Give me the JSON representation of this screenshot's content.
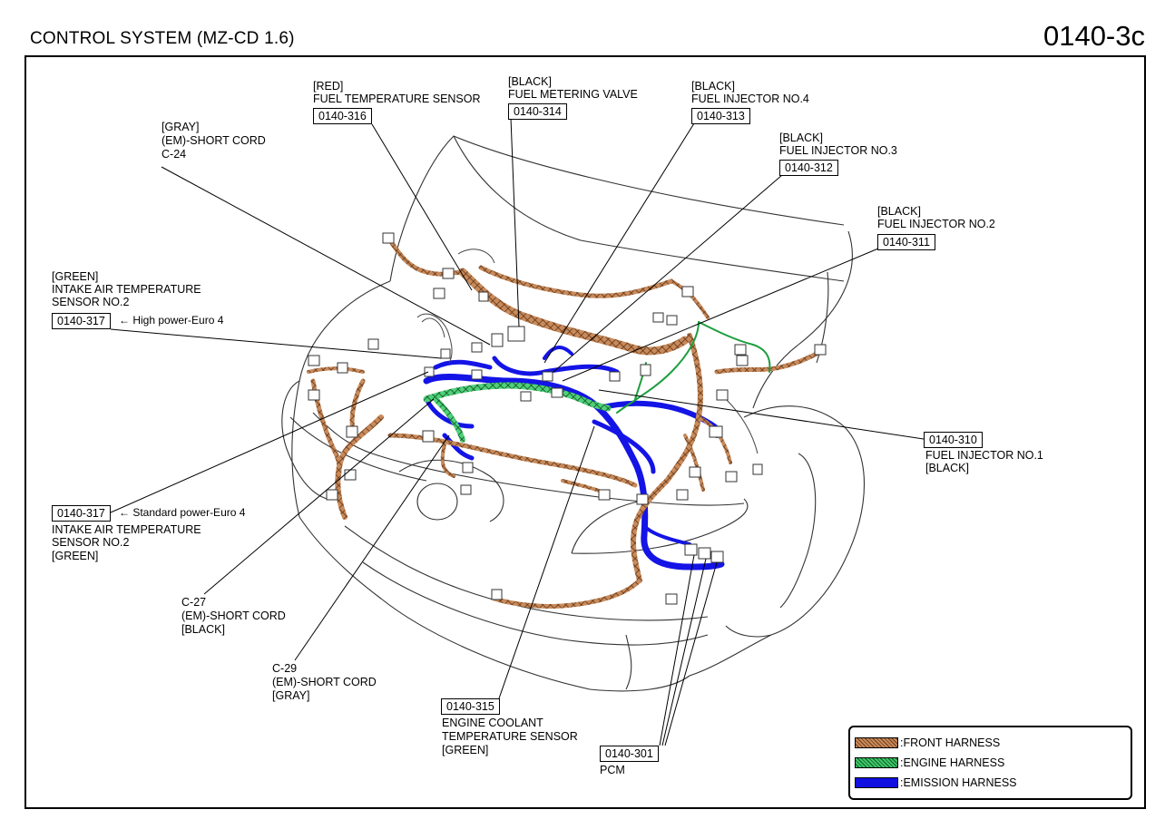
{
  "header": {
    "title": "CONTROL SYSTEM (MZ-CD 1.6)",
    "page_code": "0140-3c"
  },
  "callouts": {
    "fuel_temp_sensor": {
      "color": "[RED]",
      "name": "FUEL TEMPERATURE SENSOR",
      "code": "0140-316"
    },
    "fuel_metering_valve": {
      "color": "[BLACK]",
      "name": "FUEL METERING VALVE",
      "code": "0140-314"
    },
    "fuel_injector_4": {
      "color": "[BLACK]",
      "name": "FUEL INJECTOR NO.4",
      "code": "0140-313"
    },
    "fuel_injector_3": {
      "color": "[BLACK]",
      "name": "FUEL INJECTOR NO.3",
      "code": "0140-312"
    },
    "fuel_injector_2": {
      "color": "[BLACK]",
      "name": "FUEL INJECTOR NO.2",
      "code": "0140-311"
    },
    "short_cord_c24": {
      "color": "[GRAY]",
      "name": "(EM)-SHORT CORD",
      "id": "C-24"
    },
    "iat_high": {
      "color": "[GREEN]",
      "name_1": "INTAKE AIR TEMPERATURE",
      "name_2": "SENSOR NO.2",
      "code": "0140-317",
      "note": "High power-Euro 4"
    },
    "fuel_injector_1": {
      "code": "0140-310",
      "name": "FUEL INJECTOR NO.1",
      "color": "[BLACK]"
    },
    "iat_standard": {
      "code": "0140-317",
      "note": "Standard power-Euro 4",
      "name_1": "INTAKE AIR TEMPERATURE",
      "name_2": "SENSOR NO.2",
      "color": "[GREEN]"
    },
    "short_cord_c27": {
      "id": "C-27",
      "name": "(EM)-SHORT CORD",
      "color": "[BLACK]"
    },
    "short_cord_c29": {
      "id": "C-29",
      "name": "(EM)-SHORT CORD",
      "color": "[GRAY]"
    },
    "ect_sensor": {
      "code": "0140-315",
      "name_1": "ENGINE COOLANT",
      "name_2": "TEMPERATURE SENSOR",
      "color": "[GREEN]"
    },
    "pcm": {
      "code": "0140-301",
      "name": "PCM"
    }
  },
  "legend": {
    "front": ":FRONT HARNESS",
    "engine": ":ENGINE HARNESS",
    "emission": ":EMISSION HARNESS"
  },
  "colors": {
    "front_harness": "#c98a5a",
    "engine_harness": "#3fc76a",
    "emission_harness": "#1010e0"
  }
}
